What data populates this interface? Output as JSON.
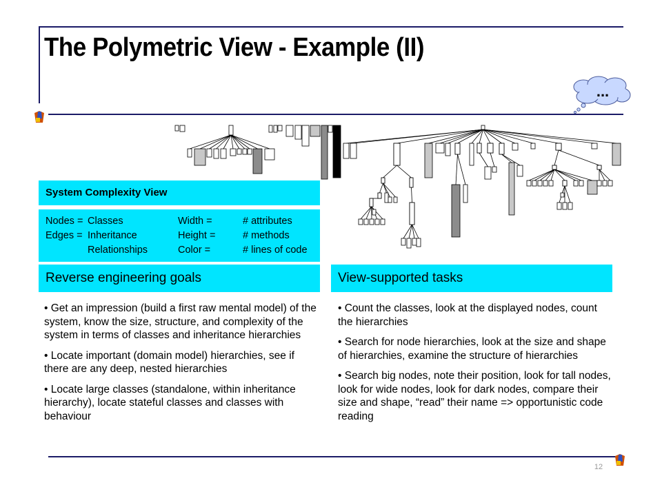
{
  "title": "The Polymetric View - Example (II)",
  "thought_bubble": "...",
  "system_complexity_view": {
    "heading": "System Complexity View",
    "nodes_label": "Nodes =",
    "nodes_value": "Classes",
    "edges_label": "Edges =",
    "edges_value": "Inheritance",
    "edges_value2": "Relationships",
    "width_label": "Width =",
    "width_value": "# attributes",
    "height_label": "Height =",
    "height_value": "# methods",
    "color_label": "Color =",
    "color_value": "# lines of code"
  },
  "goals": {
    "heading": "Reverse engineering goals",
    "bullets": [
      "• Get an impression (build a first raw mental model) of the system, know the size, structure, and complexity of the system in terms of classes and inheritance hierarchies",
      "• Locate important (domain model) hierarchies, see if there are any deep, nested hierarchies",
      "• Locate large classes (standalone, within inheritance hierarchy), locate stateful classes and classes with behaviour"
    ]
  },
  "tasks": {
    "heading": "View-supported tasks",
    "bullets": [
      "• Count the classes, look at the displayed nodes, count the hierarchies",
      "• Search for node hierarchies, look at the size and shape of hierarchies, examine the structure of hierarchies",
      "• Search big nodes, note their position, look for tall nodes, look for wide nodes, look for dark nodes, compare their size and shape, “read” their name => opportunistic code reading"
    ]
  },
  "page_number": "12",
  "colors": {
    "cyan": "#00e5ff",
    "rule": "#1a1a66",
    "node_light": "#ffffff",
    "node_mid": "#c8c8c8",
    "node_dark": "#8c8c8c",
    "node_black": "#000000"
  }
}
